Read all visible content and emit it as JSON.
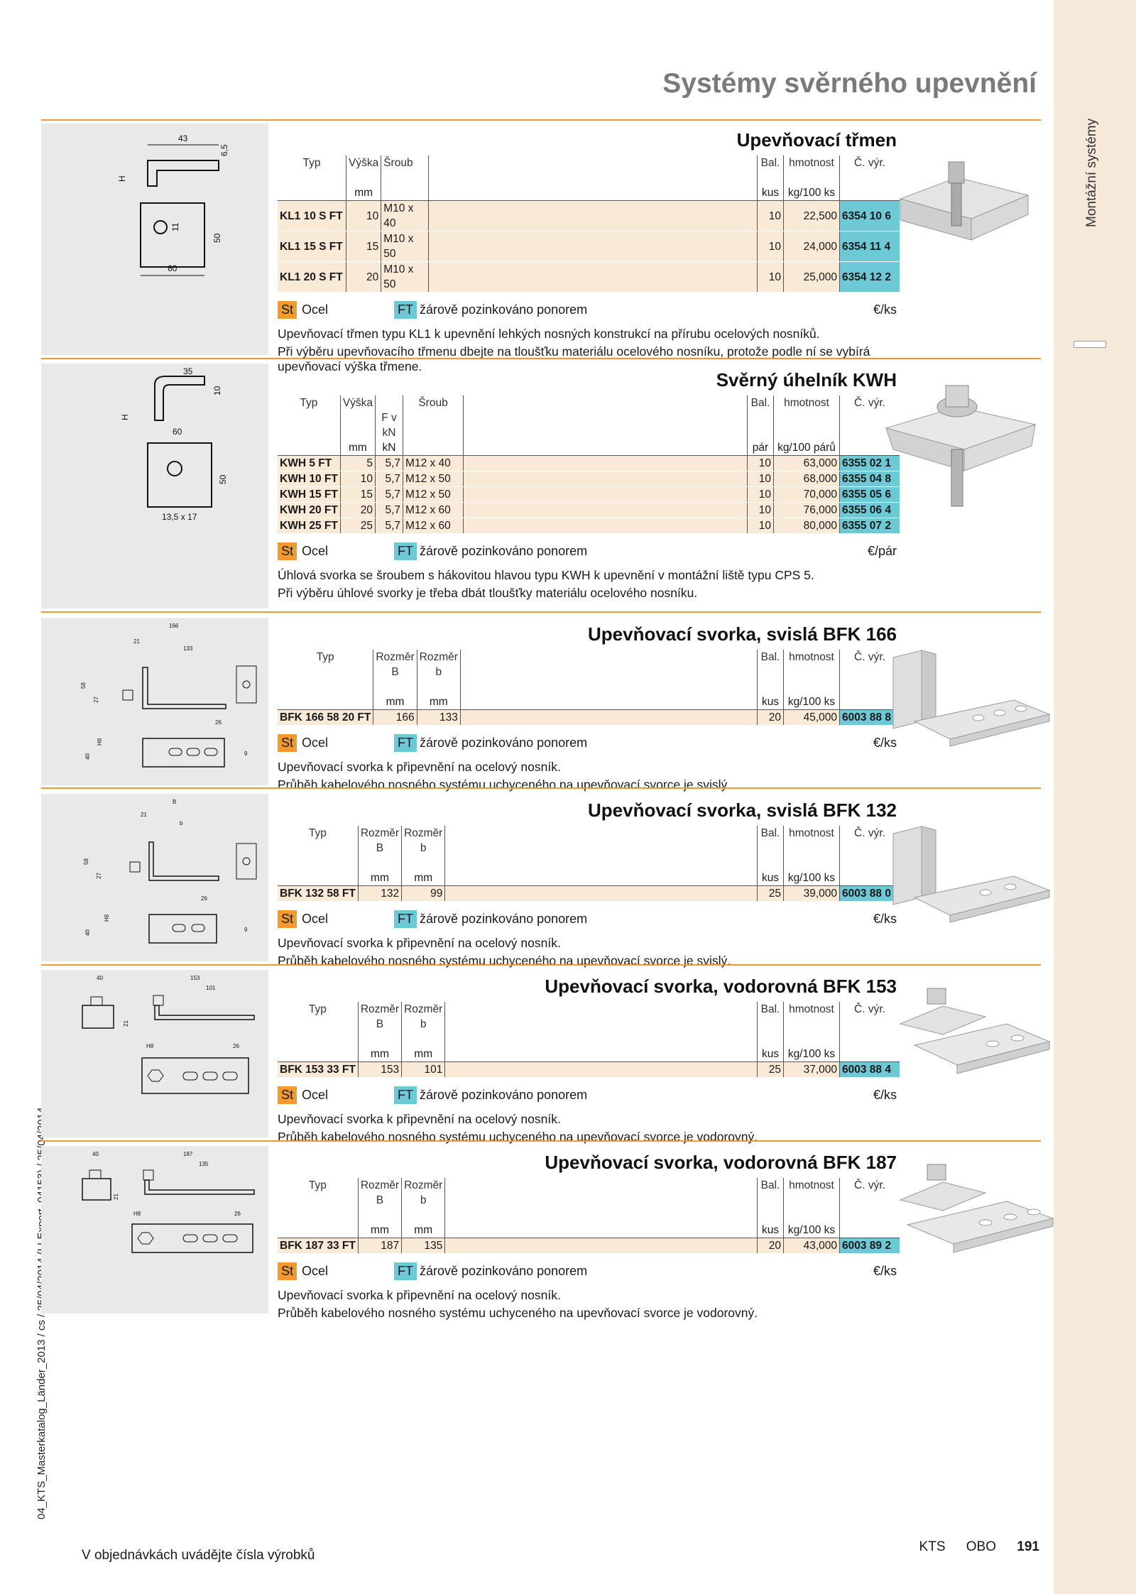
{
  "page": {
    "title": "Systémy svěrného upevnění",
    "side_label": "Montážní systémy",
    "footer_vertical": "04_KTS_Masterkatalog_Länder_2013 / cs / 25/04/2014 (LLExport_04153) / 25/04/2014",
    "footer_left": "V objednávkách uvádějte čísla výrobků",
    "footer_brand1": "KTS",
    "footer_brand2": "OBO",
    "page_number": "191"
  },
  "colors": {
    "accent": "#f29a2e",
    "code_bg": "#6ec9d6",
    "row_bg": "#f8ead7",
    "side_band": "#f6e9da"
  },
  "sections": [
    {
      "title": "Upevňovací třmen",
      "headers": [
        "Typ",
        "Výška",
        "Šroub",
        "Bal.",
        "hmotnost",
        "Č. výr."
      ],
      "units": [
        "",
        "mm",
        "",
        "kus",
        "kg/100 ks",
        ""
      ],
      "rows": [
        [
          "KL1 10 S FT",
          "10",
          "M10 x 40",
          "10",
          "22,500",
          "6354 10 6"
        ],
        [
          "KL1 15 S FT",
          "15",
          "M10 x 50",
          "10",
          "24,000",
          "6354 11 4"
        ],
        [
          "KL1 20 S FT",
          "20",
          "M10 x 50",
          "10",
          "25,000",
          "6354 12 2"
        ]
      ],
      "material_badge": "St",
      "material": "Ocel",
      "finish_badge": "FT",
      "finish": "žárově pozinkováno ponorem",
      "price_unit": "€/ks",
      "desc": [
        "Upevňovací třmen typu KL1 k upevnění lehkých nosných konstrukcí na přírubu ocelových nosníků.",
        "Při výběru upevňovacího třmenu dbejte na tloušťku materiálu ocelového nosníku, protože podle ní se vybírá upevňovací výška třmene."
      ],
      "drawing_dims": [
        "43",
        "6,5",
        "H",
        "11",
        "50",
        "60"
      ]
    },
    {
      "title": "Svěrný úhelník KWH",
      "headers": [
        "Typ",
        "Výška",
        "F v kN",
        "Šroub",
        "Bal.",
        "hmotnost",
        "Č. výr."
      ],
      "units": [
        "",
        "mm",
        "kN",
        "",
        "pár",
        "kg/100 párů",
        ""
      ],
      "rows": [
        [
          "KWH 5 FT",
          "5",
          "5,7",
          "M12 x 40",
          "10",
          "63,000",
          "6355 02 1"
        ],
        [
          "KWH 10 FT",
          "10",
          "5,7",
          "M12 x 50",
          "10",
          "68,000",
          "6355 04 8"
        ],
        [
          "KWH 15 FT",
          "15",
          "5,7",
          "M12 x 50",
          "10",
          "70,000",
          "6355 05 6"
        ],
        [
          "KWH 20 FT",
          "20",
          "5,7",
          "M12 x 60",
          "10",
          "76,000",
          "6355 06 4"
        ],
        [
          "KWH 25 FT",
          "25",
          "5,7",
          "M12 x 60",
          "10",
          "80,000",
          "6355 07 2"
        ]
      ],
      "material_badge": "St",
      "material": "Ocel",
      "finish_badge": "FT",
      "finish": "žárově pozinkováno ponorem",
      "price_unit": "€/pár",
      "desc": [
        "Úhlová svorka se šroubem s hákovitou hlavou typu KWH k upevnění v montážní liště typu CPS 5.",
        "Při výběru úhlové svorky je třeba dbát tloušťky materiálu ocelového nosníku."
      ],
      "drawing_dims": [
        "35",
        "10",
        "H",
        "60",
        "50",
        "13,5 x 17"
      ]
    },
    {
      "title": "Upevňovací svorka, svislá BFK 166",
      "headers": [
        "Typ",
        "Rozměr B",
        "Rozměr b",
        "Bal.",
        "hmotnost",
        "Č. výr."
      ],
      "units": [
        "",
        "mm",
        "mm",
        "kus",
        "kg/100 ks",
        ""
      ],
      "rows": [
        [
          "BFK 166 58 20 FT",
          "166",
          "133",
          "20",
          "45,000",
          "6003 88 8"
        ]
      ],
      "material_badge": "St",
      "material": "Ocel",
      "finish_badge": "FT",
      "finish": "žárově pozinkováno ponorem",
      "price_unit": "€/ks",
      "desc": [
        "Upevňovací svorka k připevnění na ocelový nosník.",
        "Průběh kabelového nosného systému uchyceného na upevňovací svorce je svislý."
      ],
      "drawing_dims": [
        "166",
        "21",
        "133",
        "58",
        "27",
        "26",
        "H8",
        "40",
        "9"
      ]
    },
    {
      "title": "Upevňovací svorka, svislá BFK 132",
      "headers": [
        "Typ",
        "Rozměr B",
        "Rozměr b",
        "Bal.",
        "hmotnost",
        "Č. výr."
      ],
      "units": [
        "",
        "mm",
        "mm",
        "kus",
        "kg/100 ks",
        ""
      ],
      "rows": [
        [
          "BFK 132 58 FT",
          "132",
          "99",
          "25",
          "39,000",
          "6003 88 0"
        ]
      ],
      "material_badge": "St",
      "material": "Ocel",
      "finish_badge": "FT",
      "finish": "žárově pozinkováno ponorem",
      "price_unit": "€/ks",
      "desc": [
        "Upevňovací svorka k připevnění na ocelový nosník.",
        "Průběh kabelového nosného systému uchyceného na upevňovací svorce je svislý."
      ],
      "drawing_dims": [
        "B",
        "21",
        "b",
        "58",
        "27",
        "26",
        "H8",
        "40",
        "9"
      ]
    },
    {
      "title": "Upevňovací svorka, vodorovná BFK 153",
      "headers": [
        "Typ",
        "Rozměr B",
        "Rozměr b",
        "Bal.",
        "hmotnost",
        "Č. výr."
      ],
      "units": [
        "",
        "mm",
        "mm",
        "kus",
        "kg/100 ks",
        ""
      ],
      "rows": [
        [
          "BFK 153 33 FT",
          "153",
          "101",
          "25",
          "37,000",
          "6003 88 4"
        ]
      ],
      "material_badge": "St",
      "material": "Ocel",
      "finish_badge": "FT",
      "finish": "žárově pozinkováno ponorem",
      "price_unit": "€/ks",
      "desc": [
        "Upevňovací svorka k připevnění na ocelový nosník.",
        "Průběh kabelového nosného systému uchyceného na upevňovací svorce je vodorovný."
      ],
      "drawing_dims": [
        "40",
        "153",
        "101",
        "21",
        "H8",
        "26"
      ]
    },
    {
      "title": "Upevňovací svorka, vodorovná BFK 187",
      "headers": [
        "Typ",
        "Rozměr B",
        "Rozměr b",
        "Bal.",
        "hmotnost",
        "Č. výr."
      ],
      "units": [
        "",
        "mm",
        "mm",
        "kus",
        "kg/100 ks",
        ""
      ],
      "rows": [
        [
          "BFK 187 33 FT",
          "187",
          "135",
          "20",
          "43,000",
          "6003 89 2"
        ]
      ],
      "material_badge": "St",
      "material": "Ocel",
      "finish_badge": "FT",
      "finish": "žárově pozinkováno ponorem",
      "price_unit": "€/ks",
      "desc": [
        "Upevňovací svorka k připevnění na ocelový nosník.",
        "Průběh kabelového nosného systému uchyceného na upevňovací svorce je vodorovný."
      ],
      "drawing_dims": [
        "40",
        "187",
        "135",
        "21",
        "H8",
        "26"
      ]
    }
  ]
}
